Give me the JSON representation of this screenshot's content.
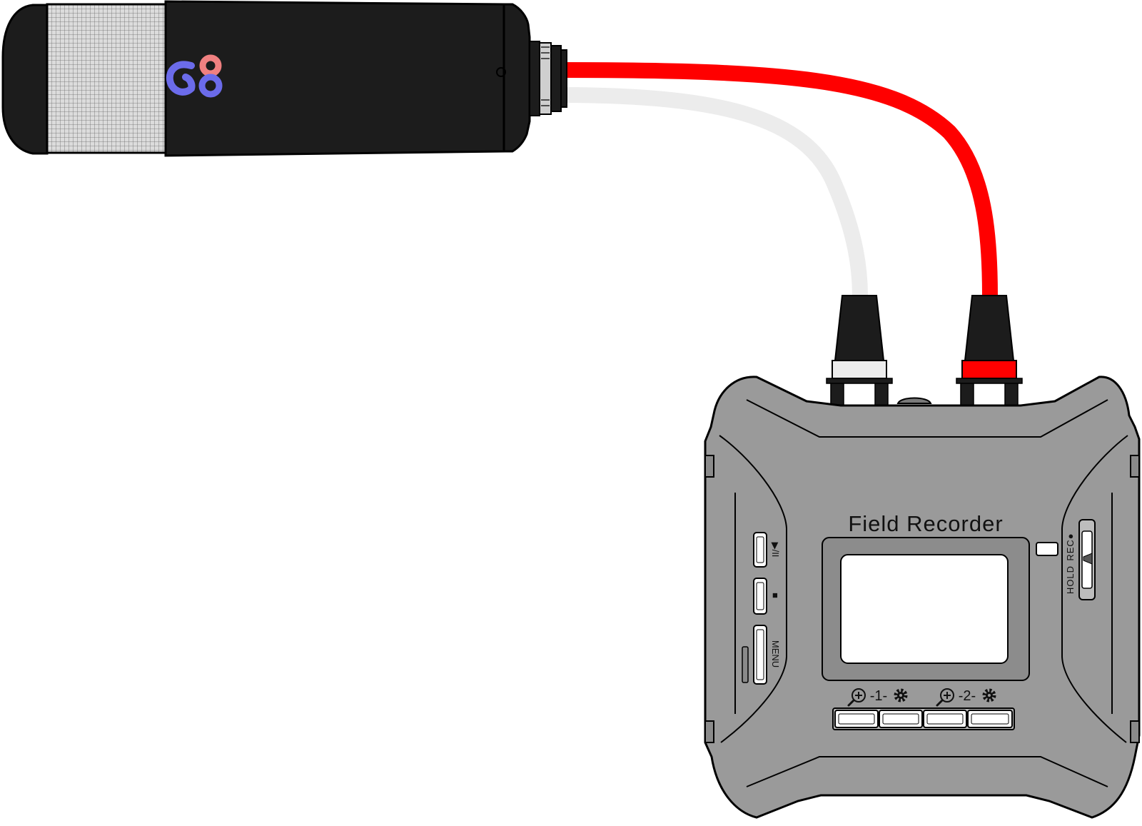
{
  "recorder": {
    "title": "Field Recorder",
    "buttons": {
      "play_pause": "▶/II",
      "stop": "■",
      "menu": "MENU"
    },
    "switch": {
      "rec": "REC●",
      "hold": "HOLD"
    },
    "channels": [
      {
        "label": "-1-"
      },
      {
        "label": "-2-"
      }
    ]
  },
  "colors": {
    "cable_left": "#ececec",
    "cable_right": "#ff0000",
    "mic_body": "#1c1c1c",
    "recorder_body": "#9a9a9a",
    "screen": "#ffffff",
    "logo_primary": "#6b6bea",
    "logo_secondary": "#f08080"
  },
  "icons": [
    "microphone-icon",
    "logo-icon",
    "zoom-in-icon",
    "gear-icon",
    "xlr-connector-icon",
    "cable-icon"
  ]
}
